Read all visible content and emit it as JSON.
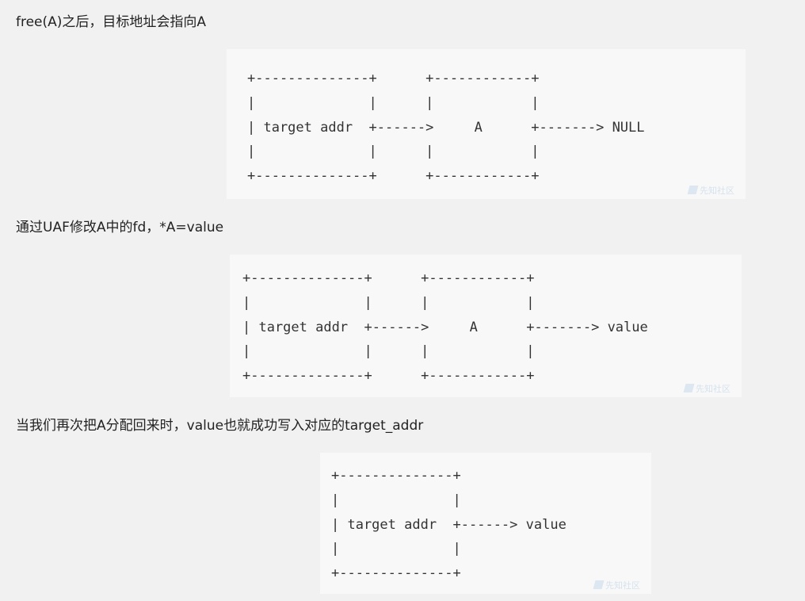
{
  "paragraphs": [
    "free(A)之后，目标地址会指向A",
    "通过UAF修改A中的fd，*A=value",
    "当我们再次把A分配回来时，value也就成功写入对应的target_addr"
  ],
  "diagrams": [
    "+--------------+      +------------+\n|              |      |            |\n| target addr  +------>     A      +-------> NULL\n|              |      |            |\n+--------------+      +------------+",
    "+--------------+      +------------+\n|              |      |            |\n| target addr  +------>     A      +-------> value\n|              |      |            |\n+--------------+      +------------+",
    "+--------------+\n|              |\n| target addr  +------> value\n|              |\n+--------------+"
  ],
  "watermark": {
    "icon": "freebuf-logo-icon",
    "text": "先知社区",
    "color": "#d6e2ee"
  },
  "colors": {
    "page_background": "#f1f1f1",
    "code_background": "#f8f8f8",
    "text": "#222222"
  }
}
